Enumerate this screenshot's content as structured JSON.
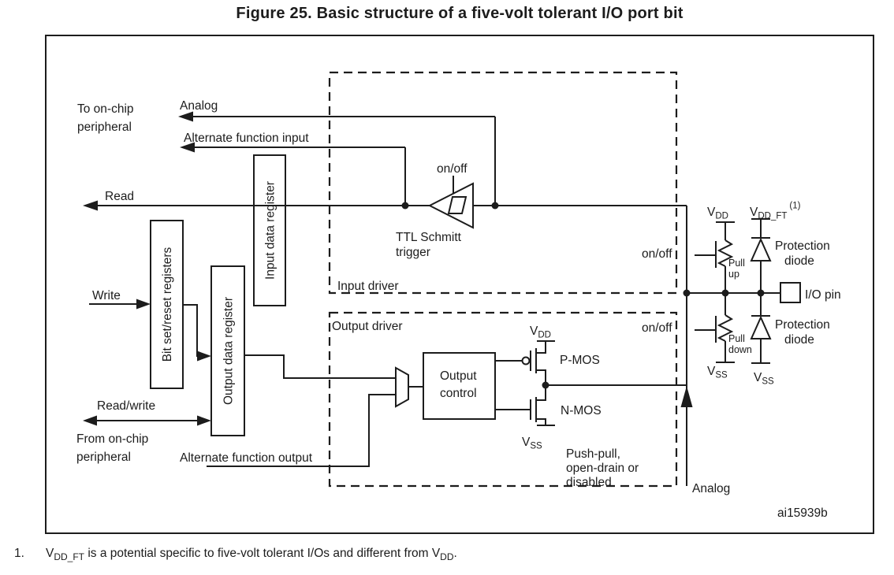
{
  "title": "Figure 25. Basic structure of a five-volt tolerant I/O port bit",
  "diagram": {
    "to_onchip_line1": "To on-chip",
    "to_onchip_line2": "peripheral",
    "from_onchip_line1": "From on-chip",
    "from_onchip_line2": "peripheral",
    "analog_top": "Analog",
    "analog_bottom": "Analog",
    "alt_func_input": "Alternate function input",
    "alt_func_output": "Alternate function output",
    "read": "Read",
    "write": "Write",
    "read_write": "Read/write",
    "bit_set_reset_registers": "Bit set/reset registers",
    "input_data_register": "Input data register",
    "output_data_register": "Output data register",
    "on_off": "on/off",
    "ttl_schmitt_line1": "TTL Schmitt",
    "ttl_schmitt_line2": "trigger",
    "input_driver": "Input driver",
    "output_driver": "Output driver",
    "output_control_line1": "Output",
    "output_control_line2": "control",
    "pmos": "P-MOS",
    "nmos": "N-MOS",
    "push_pull_line1": "Push-pull,",
    "push_pull_line2": "open-drain or",
    "push_pull_line3": "disabled",
    "pull_up_line1": "Pull",
    "pull_up_line2": "up",
    "pull_down_line1": "Pull",
    "pull_down_line2": "down",
    "protection_line1": "Protection",
    "protection_line2": "diode",
    "io_pin": "I/O pin",
    "figure_code": "ai15939b",
    "sym_v": "V",
    "sym_dd": "DD",
    "sym_ss": "SS",
    "sym_dd_ft": "DD_FT",
    "note_ref": "(1)"
  },
  "footnote": {
    "number": "1.",
    "part1": " is a potential specific to five-volt tolerant I/Os and different from ",
    "period": "."
  }
}
